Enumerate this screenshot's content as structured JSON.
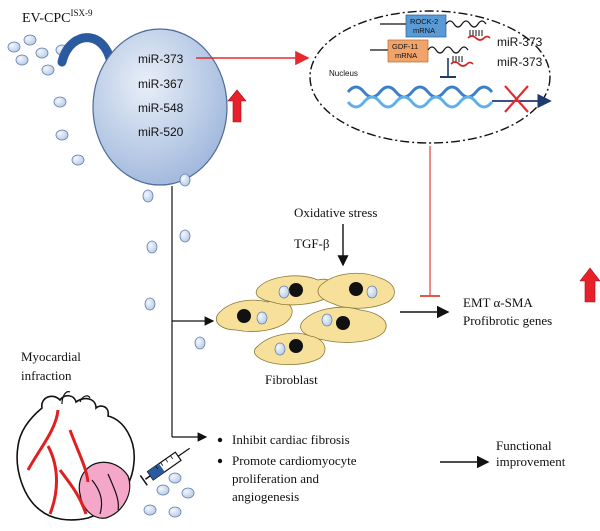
{
  "labels": {
    "ev_name": "EV-CPC",
    "ev_sup": "ISX-9",
    "mirnas": [
      "miR-373",
      "miR-367",
      "miR-548",
      "miR-520"
    ],
    "nucleus": "Nucleus",
    "rock_line1": "ROCK-2",
    "rock_line2": "mRNA",
    "gdf_line1": "GDF-11",
    "gdf_line2": "mRNA",
    "mir_right_1": "miR-373",
    "mir_right_2": "miR-373",
    "oxidative": "Oxidative stress",
    "tgf": "TGF-β",
    "fibroblast": "Fibroblast",
    "emt": "EMT α-SMA",
    "profibrotic": "Profibrotic genes",
    "myo_line1": "Myocardial",
    "myo_line2": "infraction",
    "outcome_1": "Inhibit cardiac fibrosis",
    "outcome_2a": "Promote cardiomyocyte",
    "outcome_2b": "proliferation and",
    "outcome_2c": "angiogenesis",
    "functional_1": "Functional",
    "functional_2": "improvement"
  },
  "colors": {
    "mir_highlight": "#e8282f",
    "up_arrow": "#e8202a",
    "inhibit_line": "#e0402f",
    "rock_box": "#5b9bd5",
    "gdf_box": "#f0a36a",
    "fibroblast": "#f7e19a",
    "vesicle": "#c9d8ee",
    "heart_pink": "#f4a7c8",
    "heart_red": "#e02020"
  },
  "icons": {
    "curved_arrow": "curved-arrow-icon",
    "up_arrow": "up-arrow-icon",
    "syringe": "syringe-icon",
    "heart": "heart-icon",
    "dna": "dna-icon"
  }
}
